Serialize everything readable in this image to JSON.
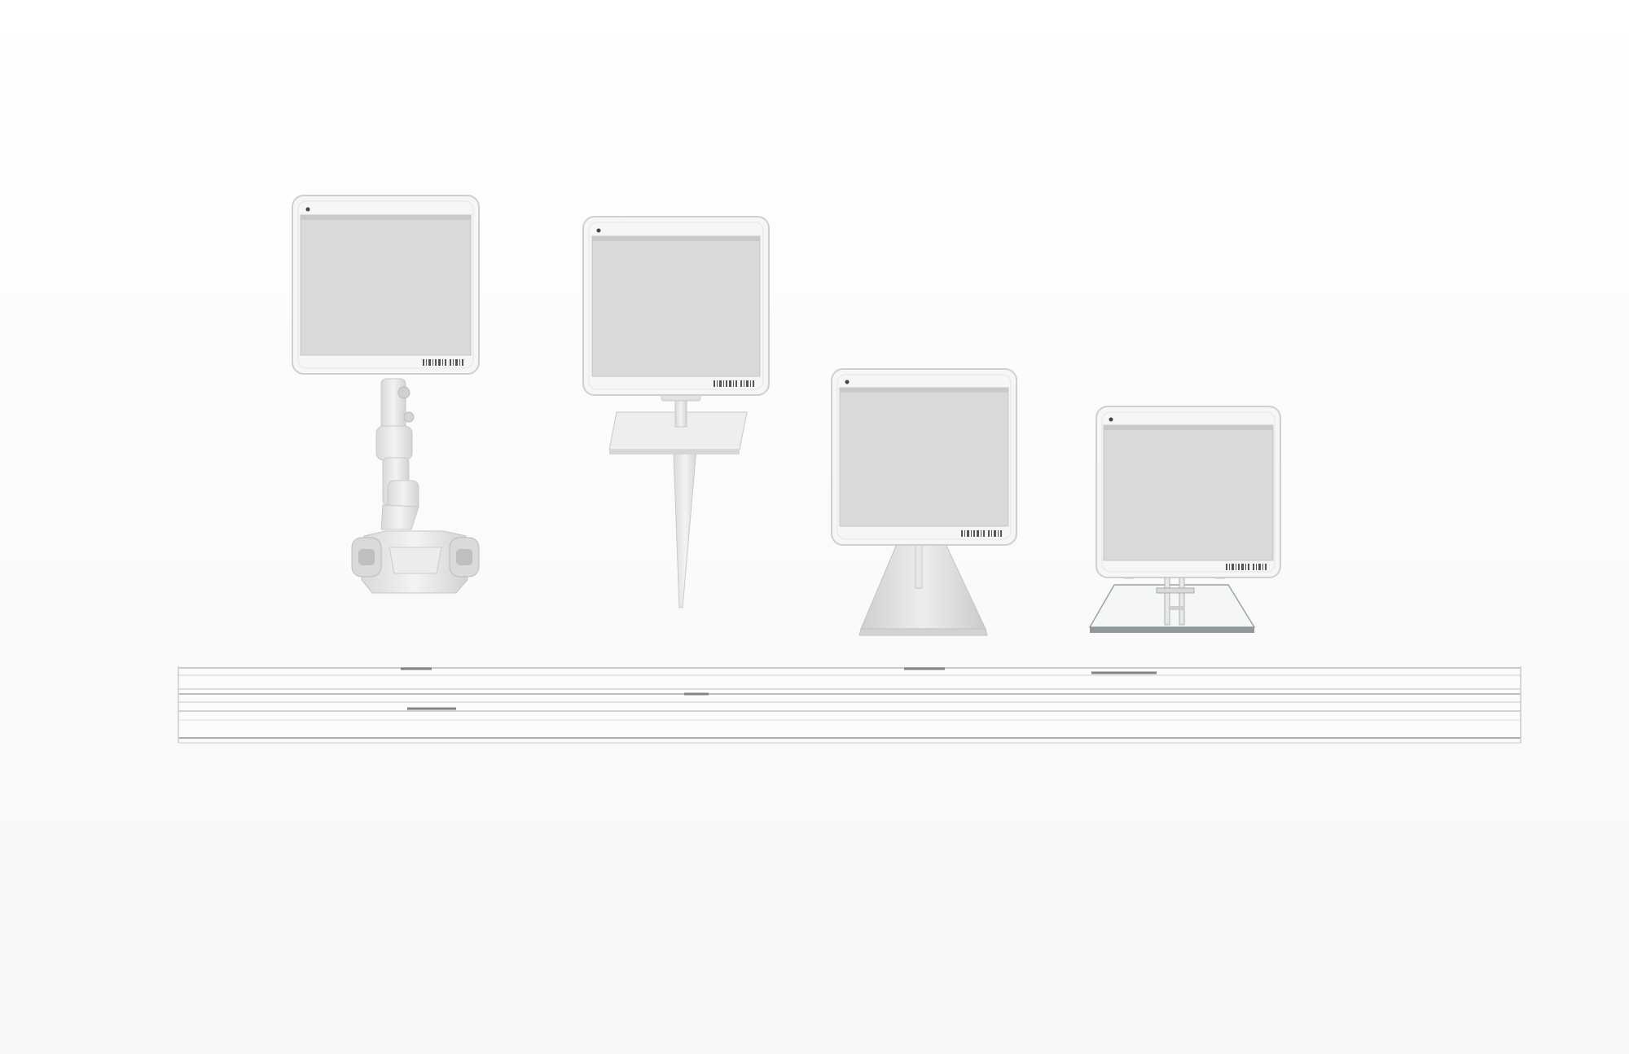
{
  "scene": {
    "background": "#ffffff",
    "label_frame_color": "#f6f6f6",
    "label_border_color": "#cfcfcf",
    "screen_color": "#d9d9d9",
    "screen_bar_color": "#c7c7c7",
    "barcode_color": "#555555",
    "mount_color": "#e6e6e6",
    "acrylic_color": "#9aa3a6",
    "rail_color": "#b9bcbe",
    "products": [
      {
        "name": "label-on-clip-arm-mount",
        "mount": "clip-arm"
      },
      {
        "name": "label-on-stake-mount",
        "mount": "stake"
      },
      {
        "name": "label-on-pyramid-stand",
        "mount": "pyramid-stand"
      },
      {
        "name": "label-on-acrylic-stand",
        "mount": "acrylic-stand"
      }
    ],
    "rail": {
      "name": "shelf-data-rail",
      "material": "clear-acrylic"
    }
  }
}
